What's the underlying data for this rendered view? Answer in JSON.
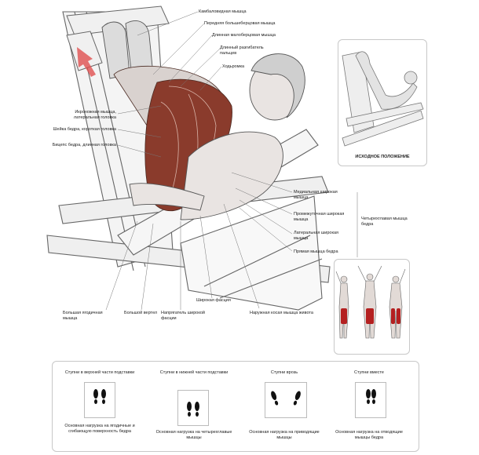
{
  "colors": {
    "line": "#555555",
    "muscle": "#8a3b2c",
    "highlight": "#b42020",
    "arrow": "#e05050",
    "panel_border": "#c8c8c8"
  },
  "labels_top": [
    "Камбаловидная мышца",
    "Передняя большеберцовая мышца",
    "Длинная малоберцовая мышца",
    "Длинный разгибатель пальцев",
    "Ходьромка"
  ],
  "labels_left": [
    "Икроножная мышца, латеральная головка",
    "Шейка бедра, короткая головка",
    "Бицепс бедра, длинная головка"
  ],
  "labels_right": [
    "Медиальная широкая мышца",
    "Промежуточная широкая мышца",
    "Латеральная широкая мышца",
    "Прямая мышца бедра"
  ],
  "quad_label": "Четырехглавая мышца бедра",
  "labels_bottom": [
    "Большая ягодичная мышца",
    "Большой вертел",
    "Напрягатель широкой фасции",
    "Широкая фасция",
    "Наружная косая мышца живота"
  ],
  "start_position_label": "ИСХОДНОЕ ПОЛОЖЕНИЕ",
  "foot_positions": [
    {
      "title": "Ступни в верхней части подставки",
      "caption": "Основная нагрузка на ягодичные и сгибающую поверхность бедра"
    },
    {
      "title": "Ступни в нижней части подставки",
      "caption": "Основная нагрузка на четырехглавые мышцы"
    },
    {
      "title": "Ступни врозь",
      "caption": "Основная нагрузка на приводящие мышцы"
    },
    {
      "title": "Ступни вместе",
      "caption": "Основная нагрузка на отводящие мышцы бедра"
    }
  ]
}
